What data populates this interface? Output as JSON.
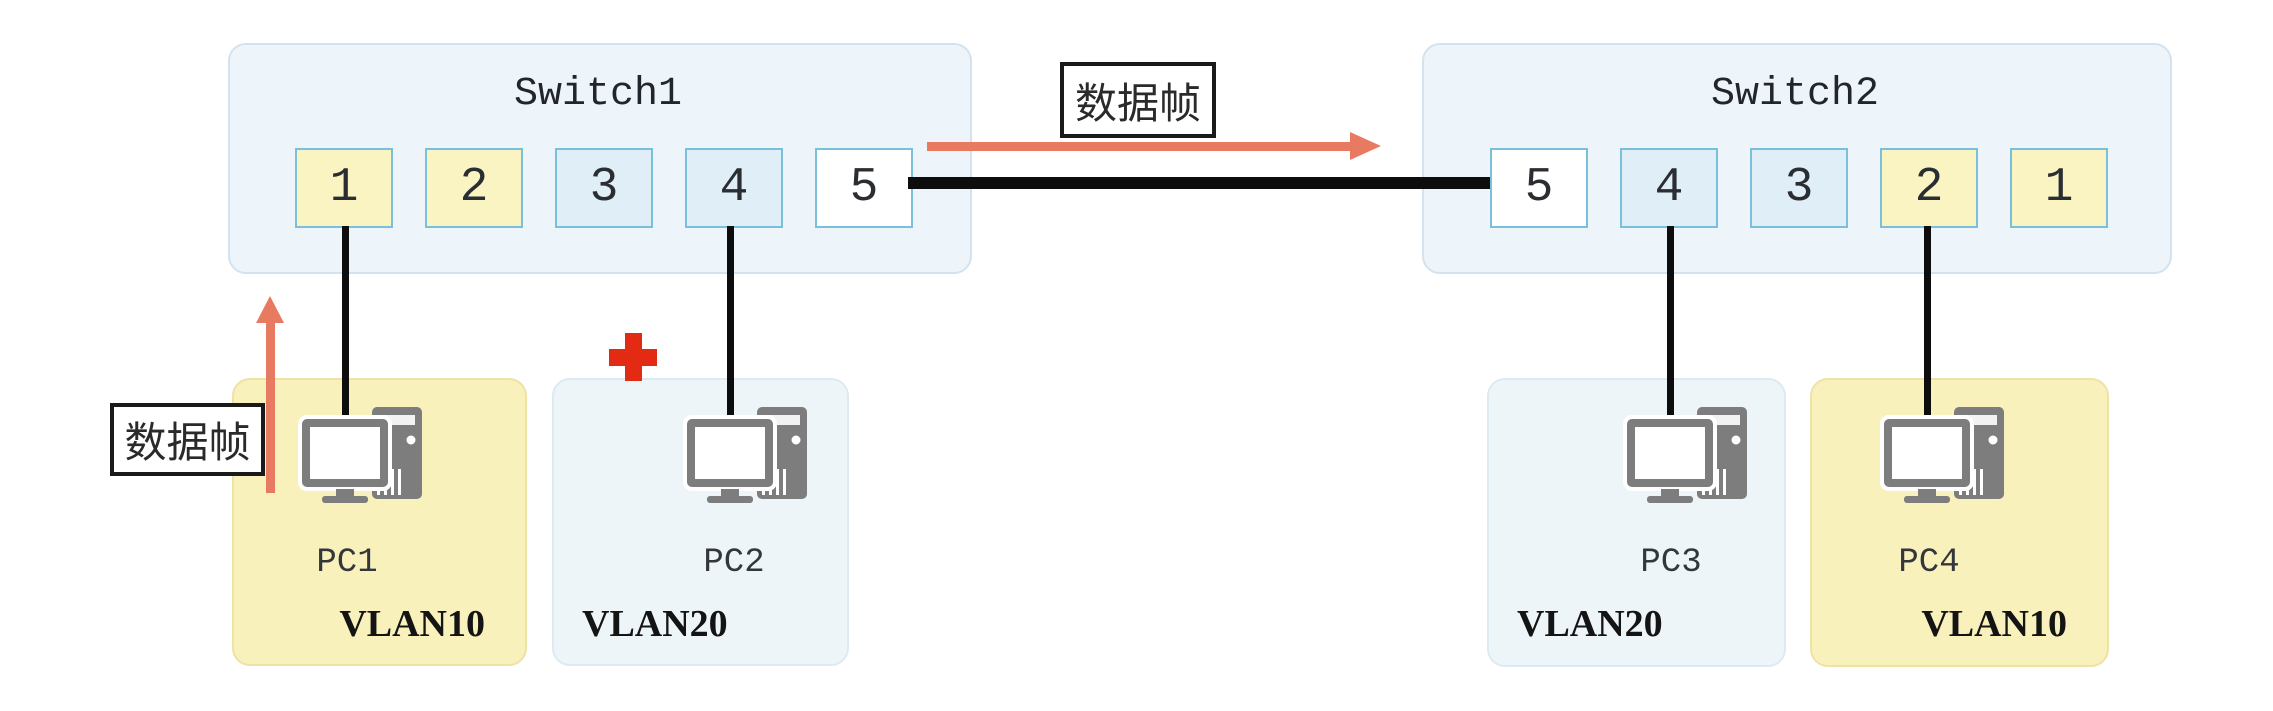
{
  "switches": [
    {
      "name": "Switch1",
      "ports": [
        {
          "n": "1",
          "vlan": "yellow"
        },
        {
          "n": "2",
          "vlan": "yellow"
        },
        {
          "n": "3",
          "vlan": "blue"
        },
        {
          "n": "4",
          "vlan": "blue"
        },
        {
          "n": "5",
          "vlan": "white"
        }
      ]
    },
    {
      "name": "Switch2",
      "ports": [
        {
          "n": "5",
          "vlan": "white"
        },
        {
          "n": "4",
          "vlan": "blue"
        },
        {
          "n": "3",
          "vlan": "blue"
        },
        {
          "n": "2",
          "vlan": "yellow"
        },
        {
          "n": "1",
          "vlan": "yellow"
        }
      ]
    }
  ],
  "pcs": [
    {
      "name": "PC1",
      "vlan": "VLAN10"
    },
    {
      "name": "PC2",
      "vlan": "VLAN20"
    },
    {
      "name": "PC3",
      "vlan": "VLAN20"
    },
    {
      "name": "PC4",
      "vlan": "VLAN10"
    }
  ],
  "labels": {
    "frame_top": "数据帧",
    "frame_left": "数据帧"
  },
  "colors": {
    "arrow_accent": "#e87a62",
    "blocked_cross": "#e32a12",
    "vlan10_fill": "#f9f1bc",
    "vlan20_fill": "#edf5f9",
    "port_border": "#7abfdb",
    "switch_fill": "#eef5fa",
    "cable": "#0d0d0d"
  }
}
